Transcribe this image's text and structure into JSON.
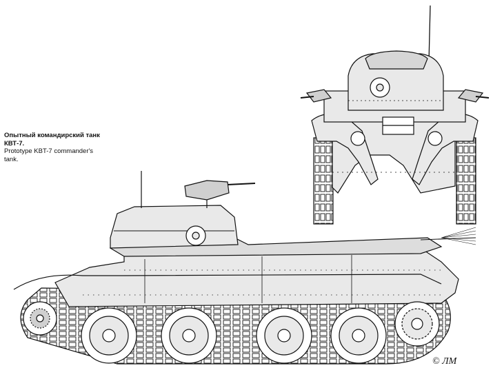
{
  "caption": {
    "title_ru": "Опытный командирский танк КВТ-7.",
    "title_en": "Prototype KBT-7 commander's tank."
  },
  "signature": "ЛМ",
  "copyright_symbol": "©",
  "colors": {
    "ink": "#111111",
    "fill": "#e9e9e9",
    "shade": "#bdbdbd"
  }
}
